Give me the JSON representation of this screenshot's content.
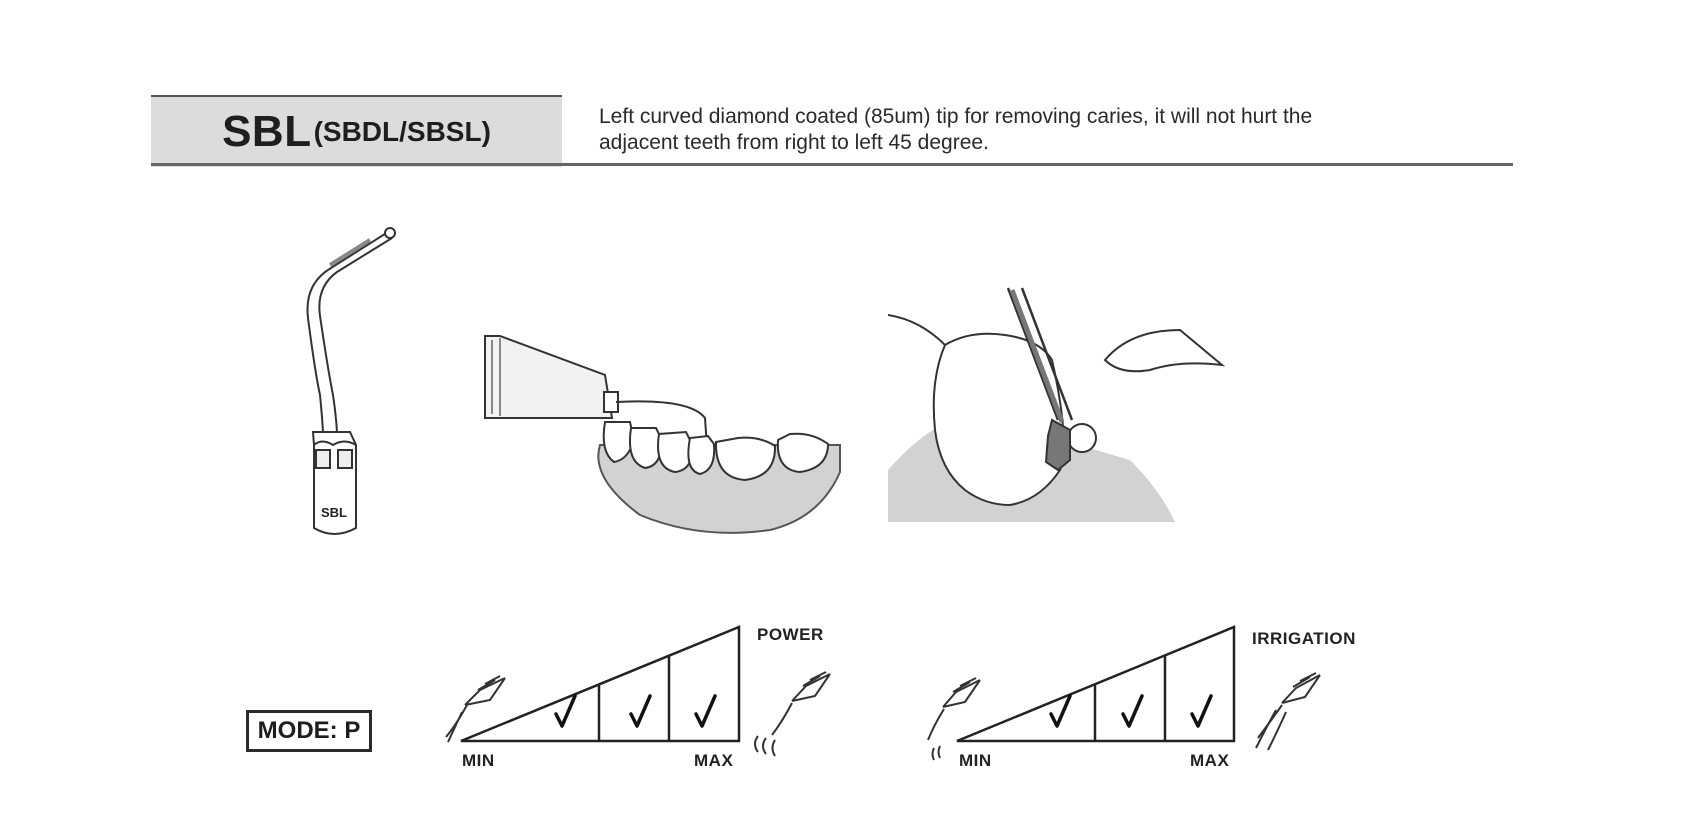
{
  "header": {
    "code": "SBL",
    "variants": "(SBDL/SBSL)",
    "description_line1": "Left curved diamond coated (85um) tip for removing caries, it will not hurt the",
    "description_line2": "adjacent teeth from right to left 45 degree."
  },
  "tip_illustration": {
    "label": "SBL"
  },
  "mode": {
    "label": "MODE: P"
  },
  "power_scale": {
    "title": "POWER",
    "min_label": "MIN",
    "max_label": "MAX",
    "checked_levels": [
      true,
      true,
      true
    ],
    "check_icon": "checkmark-icon"
  },
  "irrigation_scale": {
    "title": "IRRIGATION",
    "min_label": "MIN",
    "max_label": "MAX",
    "checked_levels": [
      true,
      true,
      true
    ],
    "check_icon": "checkmark-icon"
  }
}
